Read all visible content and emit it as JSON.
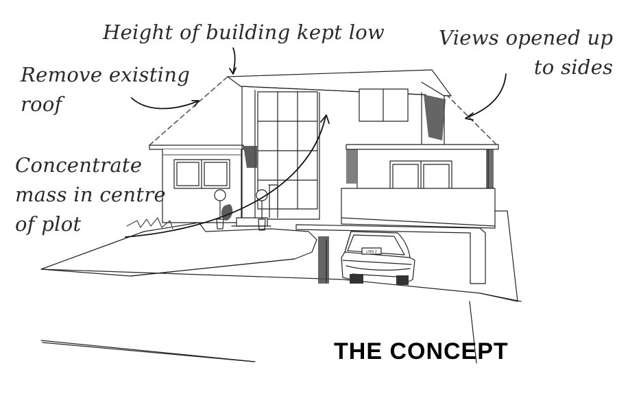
{
  "annotations": {
    "height": "Height of building kept low",
    "roof": [
      "Remove existing",
      "roof"
    ],
    "views": [
      "Views opened up",
      "to sides"
    ],
    "mass": [
      "Concentrate",
      "mass in centre",
      "of plot"
    ]
  },
  "title": "THE CONCEPT",
  "license_plate": "LNN 2",
  "colors": {
    "line": "#222222",
    "shadow": "#4a4a4a",
    "glass": "#ffffff",
    "background": "#ffffff"
  }
}
